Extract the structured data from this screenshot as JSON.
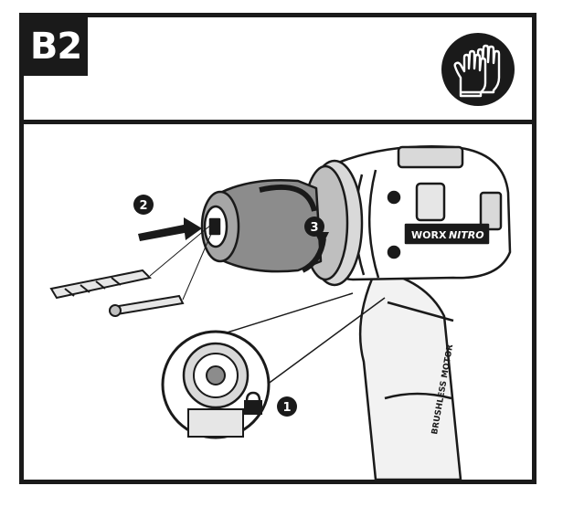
{
  "header": {
    "step_label": "B2",
    "safety_icon": "gloves-icon"
  },
  "illustration": {
    "subject": "drill-icon",
    "brand_label": "WORX",
    "model_label": "NITRO",
    "motor_label": "BRUSHLESS MOTOR",
    "callouts": [
      "1",
      "2",
      "3"
    ],
    "lock_icon": "padlock-icon",
    "colors": {
      "ink": "#1a1a1a",
      "chuck_gray": "#8c8c8c",
      "light_gray": "#d9d9d9"
    }
  }
}
